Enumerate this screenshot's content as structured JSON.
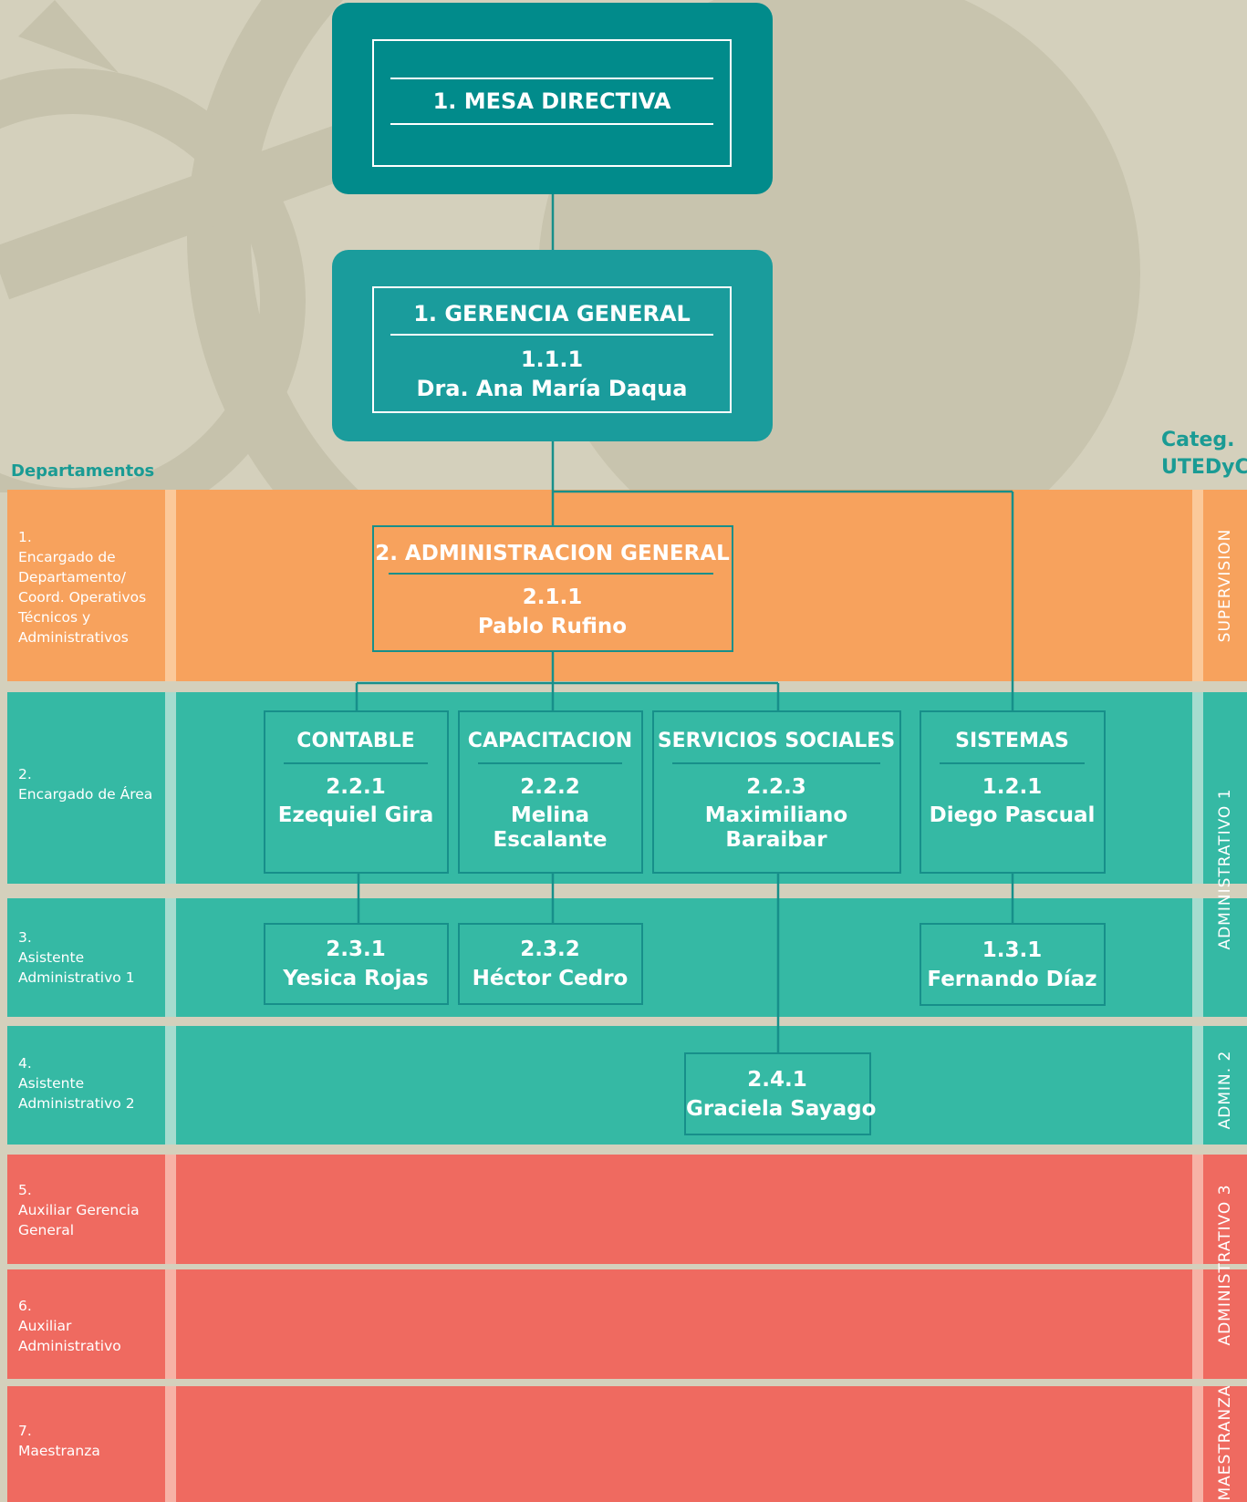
{
  "header": {
    "departamentos_label": "Departamentos",
    "categ_line1": "Categ.",
    "categ_line2": "UTEDyC"
  },
  "colors": {
    "teal_dark": "#018b8b",
    "teal_mid": "#1a9c9c",
    "orange": "#f7a25d",
    "teal_band": "#35b9a4",
    "red_band": "#ef6a60",
    "connector": "#178f8a"
  },
  "departments": [
    {
      "label": "1.\nEncargado de\nDepartamento/\nCoord. Operativos\nTécnicos y\nAdministrativos"
    },
    {
      "label": "2.\nEncargado de Área"
    },
    {
      "label": "3.\nAsistente\nAdministrativo  1"
    },
    {
      "label": "4.\nAsistente\nAdministrativo  2"
    },
    {
      "label": "5.\nAuxiliar Gerencia\nGeneral"
    },
    {
      "label": "6.\nAuxiliar\nAdministrativo"
    },
    {
      "label": "7.\nMaestranza"
    }
  ],
  "categories": [
    "SUPERVISION",
    "ADMINISTRATIVO  1",
    "ADMIN. 2",
    "ADMINISTRATIVO  3",
    "MAESTRANZA"
  ],
  "mesa": {
    "title": "1. MESA DIRECTIVA"
  },
  "gerencia": {
    "title": "1. GERENCIA GENERAL",
    "code": "1.1.1",
    "name": "Dra. Ana María Daqua"
  },
  "administracion": {
    "title": "2. ADMINISTRACION GENERAL",
    "code": "2.1.1",
    "name": "Pablo Rufino"
  },
  "areas": [
    {
      "title": "CONTABLE",
      "code": "2.2.1",
      "name": "Ezequiel Gira"
    },
    {
      "title": "CAPACITACION",
      "code": "2.2.2",
      "name": "Melina\nEscalante"
    },
    {
      "title": "SERVICIOS SOCIALES",
      "code": "2.2.3",
      "name": "Maximiliano\nBaraibar"
    },
    {
      "title": "SISTEMAS",
      "code": "1.2.1",
      "name": "Diego Pascual"
    }
  ],
  "asistentes1": [
    {
      "code": "2.3.1",
      "name": "Yesica Rojas"
    },
    {
      "code": "2.3.2",
      "name": "Héctor Cedro"
    },
    {
      "code": "1.3.1",
      "name": "Fernando Díaz"
    }
  ],
  "asistente2": {
    "code": "2.4.1",
    "name": "Graciela Sayago"
  }
}
